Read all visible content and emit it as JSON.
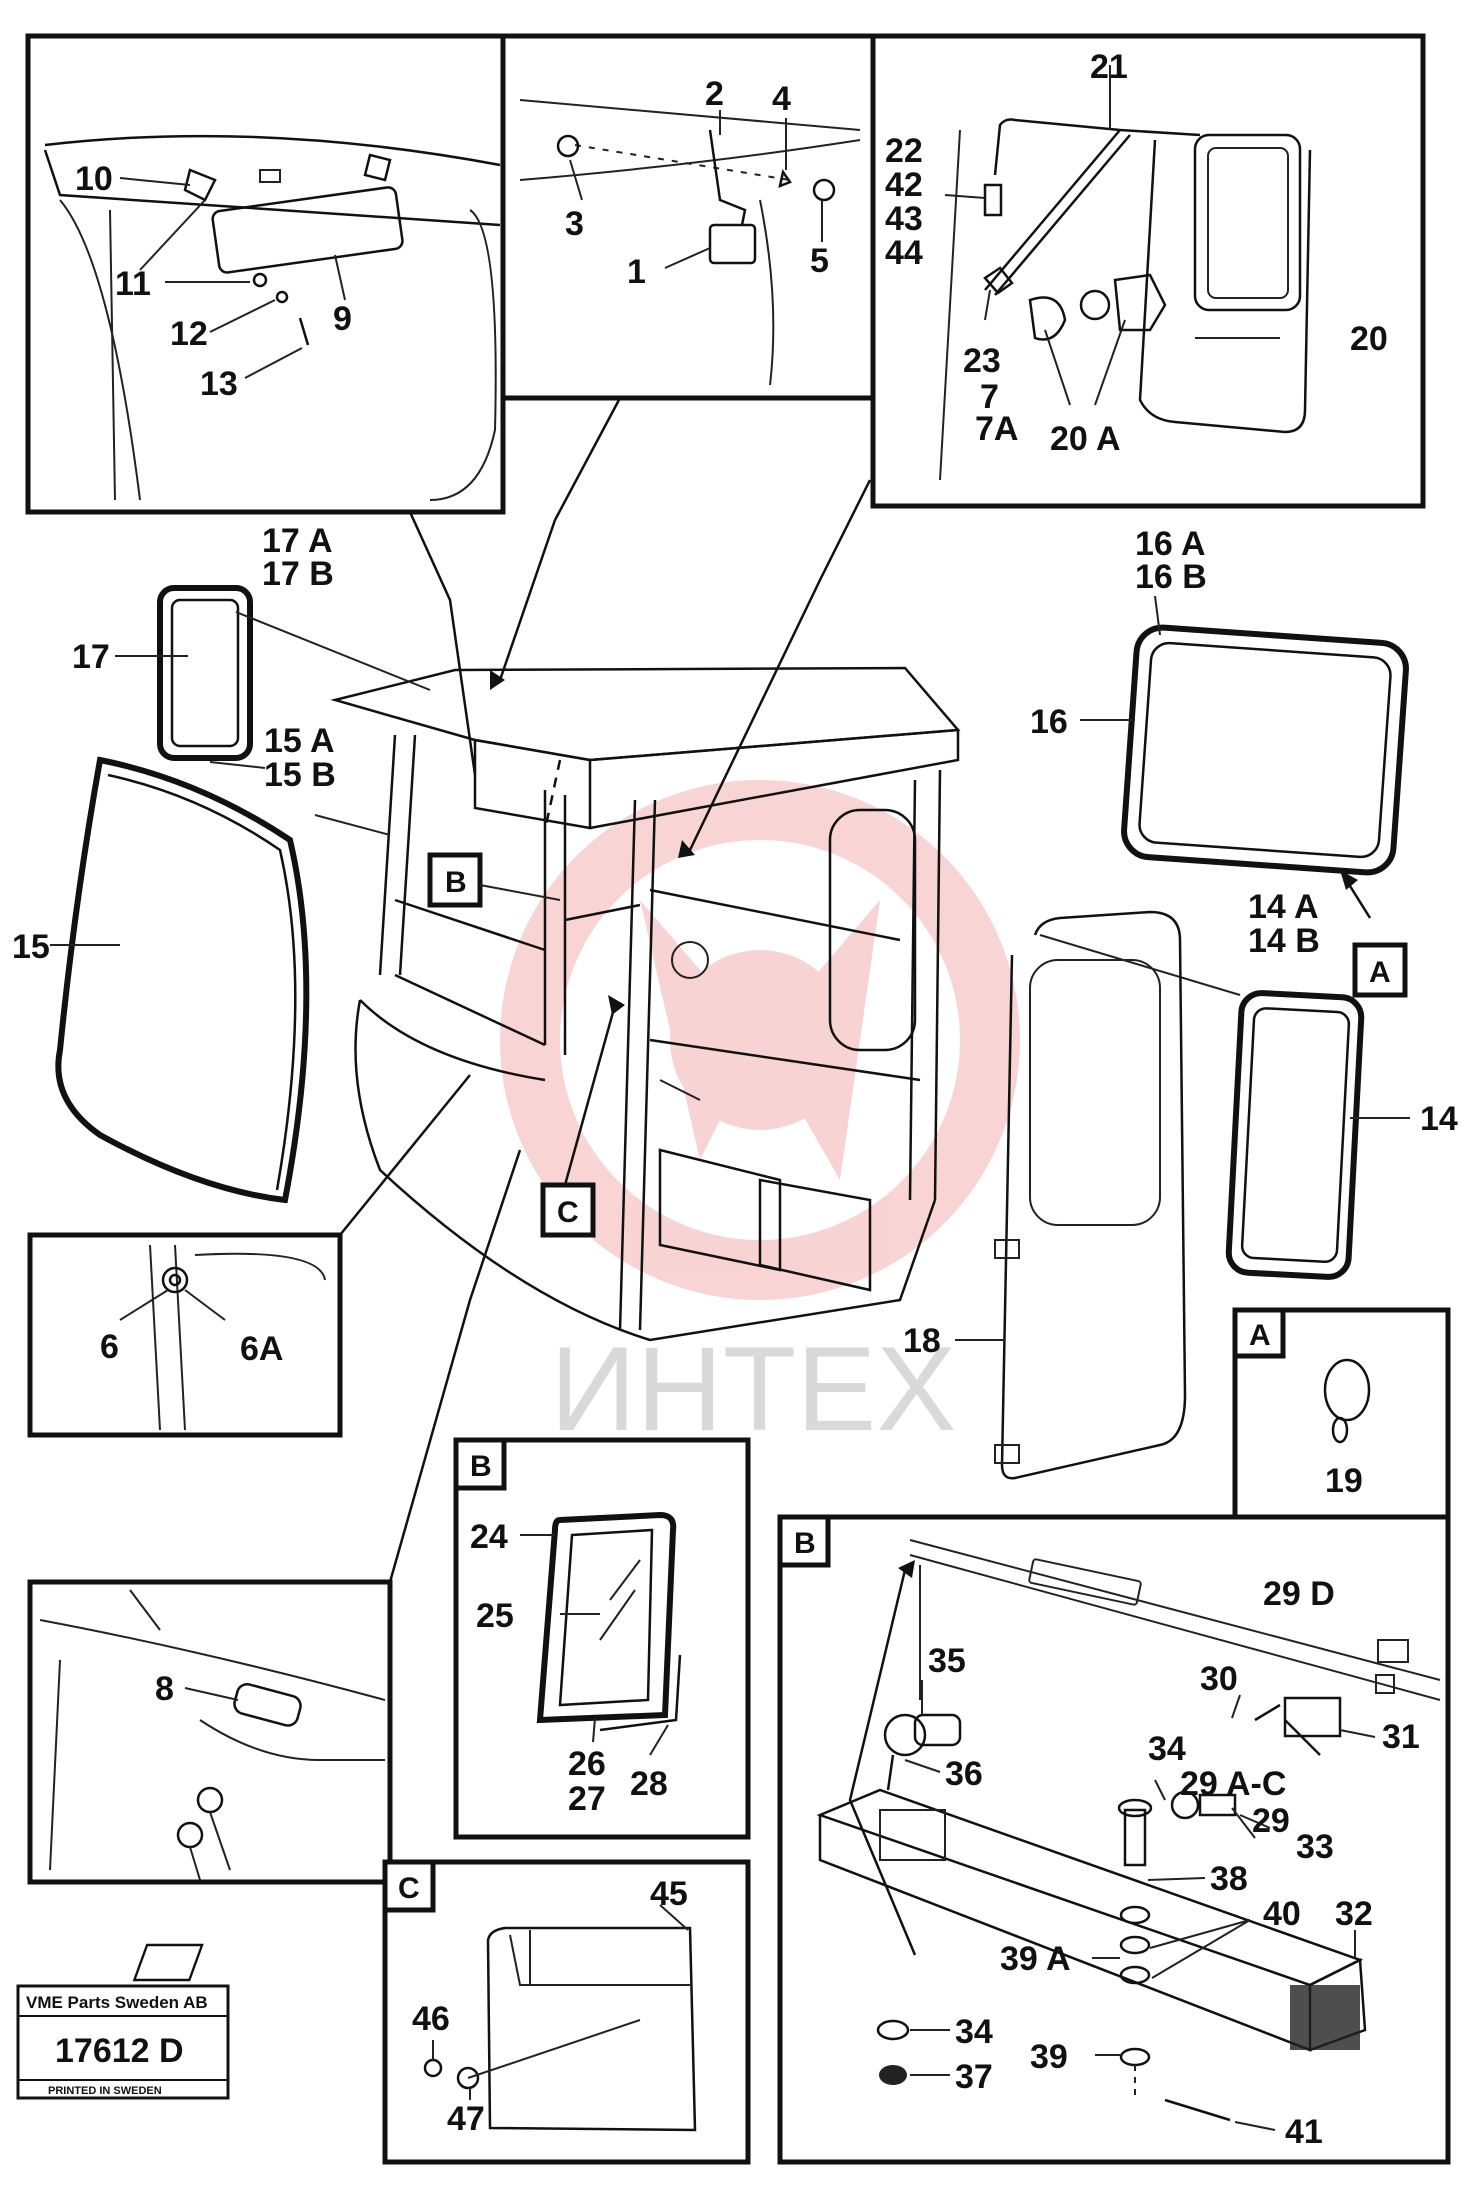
{
  "watermark": {
    "text": "ИНТЕХ",
    "gear_color": "#f2b0b0"
  },
  "stamp": {
    "company": "VME Parts Sweden AB",
    "number": "17612 D",
    "printed": "PRINTED IN SWEDEN"
  },
  "section_labels": {
    "a": "A",
    "b": "B",
    "c": "C"
  },
  "part_labels": {
    "p1": "1",
    "p2": "2",
    "p3": "3",
    "p4": "4",
    "p5": "5",
    "p6": "6",
    "p6a": "6A",
    "p7": "7",
    "p7a": "7A",
    "p8": "8",
    "p9": "9",
    "p10": "10",
    "p11": "11",
    "p12": "12",
    "p13": "13",
    "p14": "14",
    "p14a": "14 A",
    "p14b": "14 B",
    "p15": "15",
    "p15a": "15 A",
    "p15b": "15 B",
    "p16": "16",
    "p16a": "16 A",
    "p16b": "16 B",
    "p17": "17",
    "p17a": "17 A",
    "p17b": "17 B",
    "p18": "18",
    "p19": "19",
    "p20": "20",
    "p20a": "20 A",
    "p21": "21",
    "p22": "22",
    "p23": "23",
    "p24": "24",
    "p25": "25",
    "p26": "26",
    "p27": "27",
    "p28": "28",
    "p29": "29",
    "p29ac": "29 A-C",
    "p29d": "29 D",
    "p30": "30",
    "p31": "31",
    "p32": "32",
    "p33": "33",
    "p34": "34",
    "p34b": "34",
    "p35": "35",
    "p36": "36",
    "p37": "37",
    "p38": "38",
    "p39": "39",
    "p39a": "39 A",
    "p40": "40",
    "p41": "41",
    "p42": "42",
    "p43": "43",
    "p44": "44",
    "p45": "45",
    "p46": "46",
    "p47": "47"
  }
}
